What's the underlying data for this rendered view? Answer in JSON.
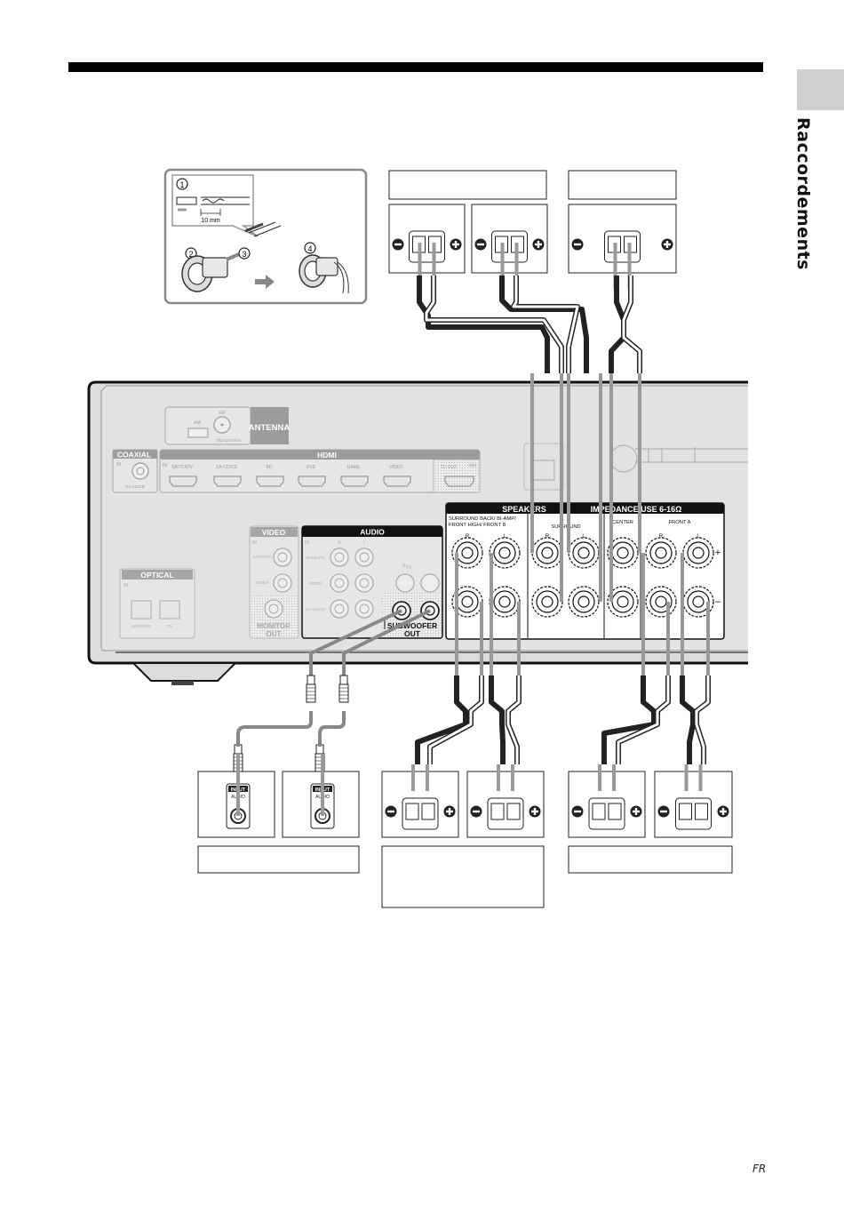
{
  "page": {
    "section_title": "Raccordements",
    "language_code": "FR"
  },
  "inset": {
    "steps": [
      "1",
      "2",
      "3",
      "4"
    ],
    "strip_length": "10 mm"
  },
  "top_labels": {
    "surround_label": "",
    "center_label": ""
  },
  "bottom_labels": {
    "subwoofer_label": "",
    "surround_back_label": "",
    "front_label": ""
  },
  "receiver": {
    "antenna": {
      "title": "ANTENNA",
      "am": "AM",
      "fm": "FM",
      "fm_sub": "75Ω COAXIAL"
    },
    "coaxial": {
      "title": "COAXIAL",
      "in": "IN",
      "sub": "SA-CD/CD"
    },
    "hdmi": {
      "title": "HDMI",
      "in": "IN",
      "inputs": [
        "SAT/CATV",
        "SA-CD/CD",
        "BD",
        "DVD",
        "GAME",
        "VIDEO"
      ],
      "output": "TV OUT",
      "output_tag": "ARC"
    },
    "optical": {
      "title": "OPTICAL",
      "in": "IN",
      "ports": [
        "SAT/CATV",
        "TV"
      ]
    },
    "video": {
      "title": "VIDEO",
      "in": "IN",
      "rows": [
        "SAT/CATV",
        "VIDEO"
      ],
      "monitor_out": "MONITOR",
      "monitor_out2": "OUT"
    },
    "audio": {
      "title": "AUDIO",
      "in": "IN",
      "col_r": "R",
      "col_l": "L",
      "rows": [
        "SAT/CATV",
        "VIDEO",
        "SA-CD/CD"
      ],
      "tv": "TV",
      "subwoofer_out": "SUBWOOFER",
      "subwoofer_out2": "OUT"
    },
    "speakers": {
      "title": "SPEAKERS",
      "impedance": "IMPEDANCE USE 6-16Ω",
      "groups": [
        {
          "label1": "SURROUND BACK/ BI-AMP/",
          "label2": "FRONT HIGH/ FRONT B",
          "channels": [
            "R",
            "L"
          ]
        },
        {
          "label1": "SURROUND",
          "label2": "",
          "channels": [
            "R",
            "L"
          ]
        },
        {
          "label1": "CENTER",
          "label2": "",
          "channels": [
            ""
          ]
        },
        {
          "label1": "FRONT A",
          "label2": "",
          "channels": [
            "R",
            "L"
          ]
        }
      ],
      "plus": "+",
      "minus": "–"
    }
  },
  "subwoofer_jacks": {
    "badge": "INPUT",
    "label": "AUDIO",
    "label2": "IN"
  },
  "terminal_symbols": {
    "minus": "−",
    "plus": "+"
  }
}
